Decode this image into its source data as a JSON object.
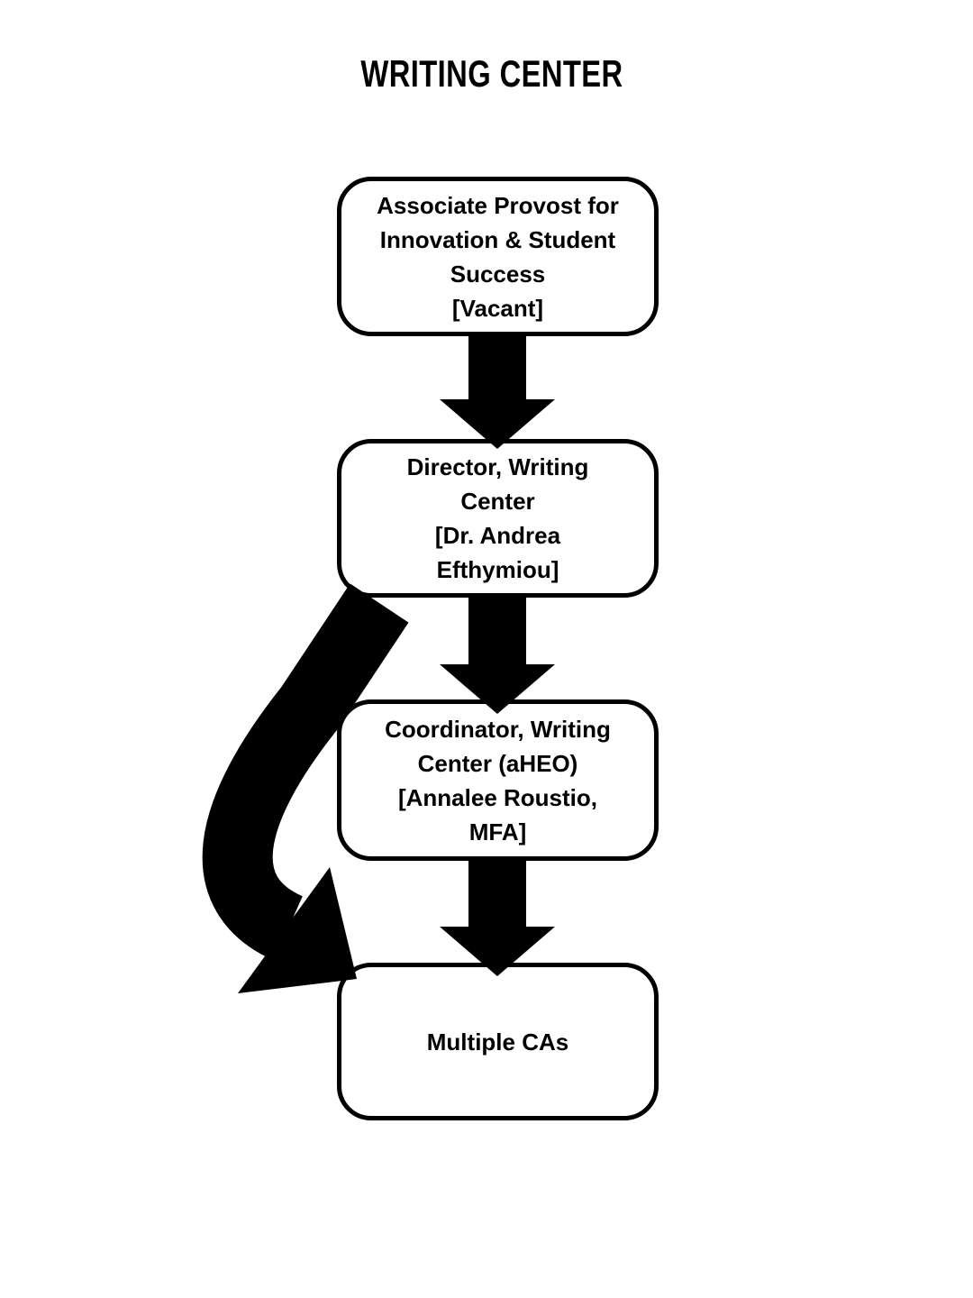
{
  "title": "WRITING CENTER",
  "colors": {
    "ink": "#000000",
    "background": "#ffffff"
  },
  "nodes": [
    {
      "id": "associate-provost",
      "role": "Associate Provost for Innovation & Student Success",
      "holder": "[Vacant]",
      "lines": [
        "Associate Provost for",
        "Innovation & Student",
        "Success",
        "[Vacant]"
      ]
    },
    {
      "id": "director",
      "role": "Director, Writing Center",
      "holder": "[Dr. Andrea Efthymiou]",
      "lines": [
        "Director, Writing",
        "Center",
        "[Dr. Andrea",
        "Efthymiou]"
      ]
    },
    {
      "id": "coordinator",
      "role": "Coordinator, Writing Center (aHEO)",
      "holder": "[Annalee Roustio, MFA]",
      "lines": [
        "Coordinator, Writing",
        "Center (aHEO)",
        "[Annalee Roustio,",
        "MFA]"
      ]
    },
    {
      "id": "multiple-cas",
      "role": "Multiple CAs",
      "holder": "",
      "lines": [
        "Multiple CAs"
      ]
    }
  ],
  "edges": [
    {
      "from": "Associate Provost for Innovation & Student Success",
      "to": "Director, Writing Center",
      "style": "block-arrow-down"
    },
    {
      "from": "Director, Writing Center",
      "to": "Coordinator, Writing Center (aHEO)",
      "style": "block-arrow-down"
    },
    {
      "from": "Coordinator, Writing Center (aHEO)",
      "to": "Multiple CAs",
      "style": "block-arrow-down"
    },
    {
      "from": "Director, Writing Center",
      "to": "Multiple CAs",
      "style": "curved-block-arrow"
    }
  ]
}
